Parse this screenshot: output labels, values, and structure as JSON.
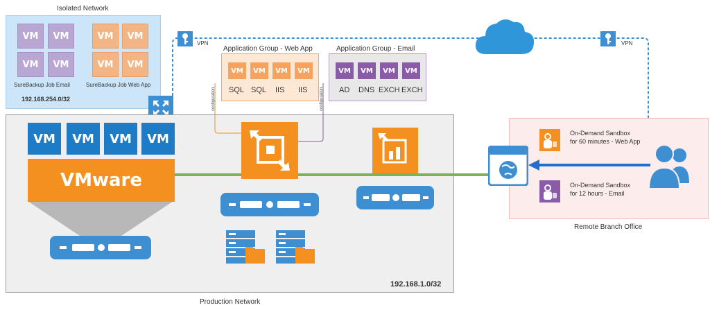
{
  "isolated": {
    "title": "Isolated Network",
    "vm_label": "VM",
    "job_email": "SureBackup Job Email",
    "job_webapp": "SureBackup Job Web App",
    "ip": "192.168.254.0/32"
  },
  "vpn_left": "VPN",
  "vpn_right": "VPN",
  "group_web": {
    "title": "Application Group - Web App",
    "vm_label": "VM",
    "items": [
      "SQL",
      "SQL",
      "IIS",
      "IIS"
    ]
  },
  "group_email": {
    "title": "Application Group - Email",
    "vm_label": "VM",
    "items": [
      "AD",
      "DNS",
      "EXCH",
      "EXCH"
    ]
  },
  "configuration_label": "configuration",
  "production": {
    "vm_label": "VM",
    "vmware": "VMware",
    "ip": "192.168.1.0/32",
    "caption": "Production Network"
  },
  "remote": {
    "sandbox_web_line1": "On-Demand Sandbox",
    "sandbox_web_line2": "for 60 minutes - Web App",
    "sandbox_email_line1": "On-Demand Sandbox",
    "sandbox_email_line2": "for 12 hours - Email",
    "caption": "Remote Branch Office"
  },
  "colors": {
    "orange": "#f39020",
    "blue": "#3d8fd1",
    "purple": "#8a5ba6",
    "green": "#7cb35a",
    "vpn_line": "#3d8fd1"
  }
}
